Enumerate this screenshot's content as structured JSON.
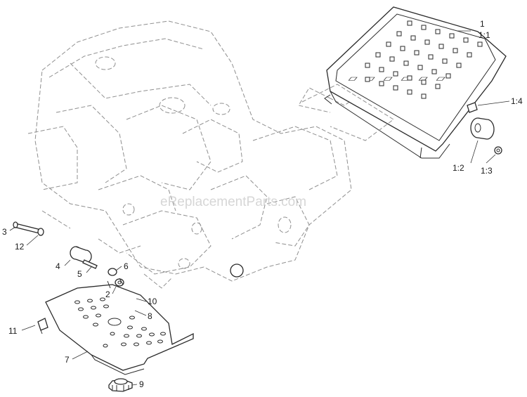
{
  "watermark": "eReplacementParts.com",
  "callouts": [
    {
      "id": "c1",
      "label": "1"
    },
    {
      "id": "c1-1",
      "label": "1:1"
    },
    {
      "id": "c1-4",
      "label": "1:4"
    },
    {
      "id": "c1-2",
      "label": "1:2"
    },
    {
      "id": "c1-3",
      "label": "1:3"
    },
    {
      "id": "c3",
      "label": "3"
    },
    {
      "id": "c12",
      "label": "12"
    },
    {
      "id": "c4",
      "label": "4"
    },
    {
      "id": "c5",
      "label": "5"
    },
    {
      "id": "c6",
      "label": "6"
    },
    {
      "id": "c2",
      "label": "2"
    },
    {
      "id": "c10",
      "label": "10"
    },
    {
      "id": "c8",
      "label": "8"
    },
    {
      "id": "c11",
      "label": "11"
    },
    {
      "id": "c7",
      "label": "7"
    },
    {
      "id": "c9",
      "label": "9"
    }
  ]
}
